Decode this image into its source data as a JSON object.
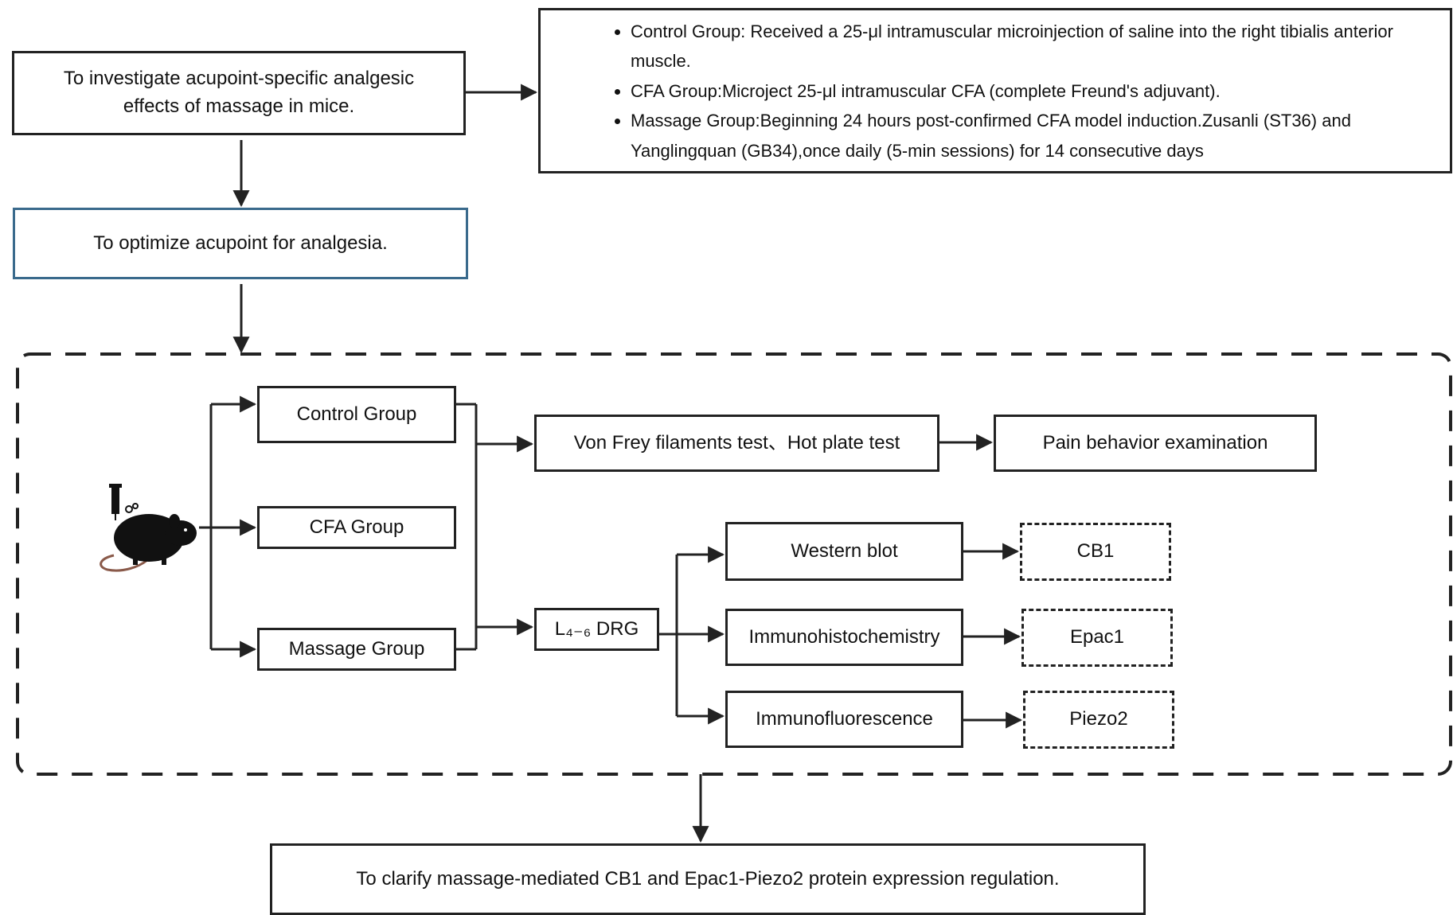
{
  "boxes": {
    "aim_investigate": "To investigate acupoint-specific analgesic effects of massage in mice.",
    "aim_optimize": "To optimize acupoint for analgesia.",
    "aim_clarify": "To clarify massage-mediated CB1 and Epac1-Piezo2 protein expression regulation."
  },
  "design": [
    "Control Group: Received a 25-μl intramuscular microinjection of saline into the right tibialis anterior muscle.",
    "CFA Group:Microject 25-μl intramuscular CFA (complete Freund's adjuvant).",
    "Massage Group:Beginning 24 hours post-confirmed CFA model induction.Zusanli (ST36) and Yanglingquan (GB34),once daily (5-min sessions) for 14 consecutive days"
  ],
  "groups": [
    "Control Group",
    "CFA Group",
    "Massage Group"
  ],
  "tests": {
    "behavior_tests": "Von Frey filaments test、Hot plate test",
    "pain_exam": "Pain behavior examination",
    "drg": "L₄₋₆ DRG"
  },
  "methods": [
    "Western blot",
    "Immunohistochemistry",
    "Immunofluorescence"
  ],
  "targets": [
    "CB1",
    "Epac1",
    "Piezo2"
  ],
  "colors": {
    "line": "#222222",
    "accent_border": "#3a6a8c",
    "mouse": "#111111",
    "tail": "#8a5a4a"
  },
  "icons": {
    "mouse": "mouse-icon",
    "syringe": "syringe-icon"
  }
}
